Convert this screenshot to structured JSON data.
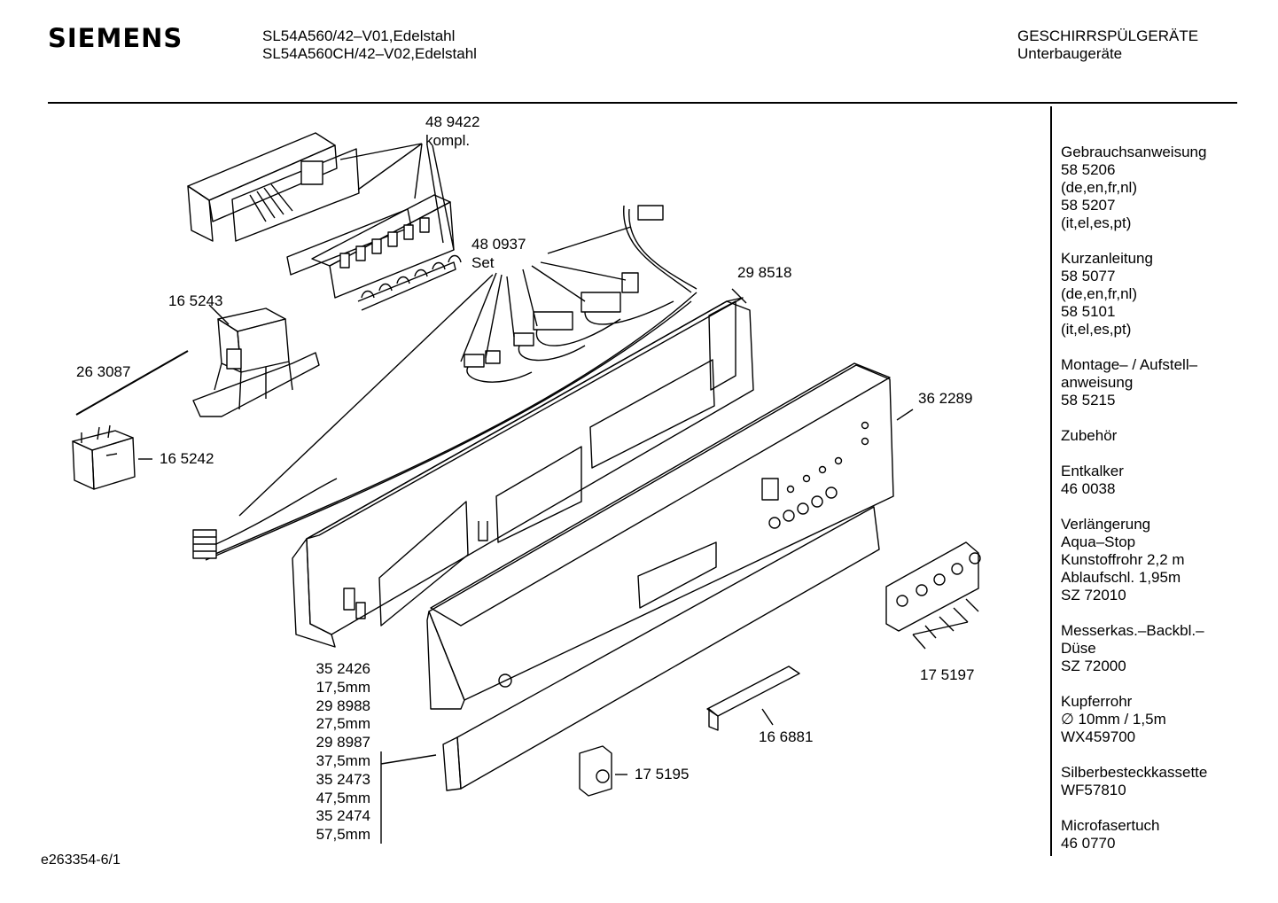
{
  "header": {
    "brand": "SIEMENS",
    "models": [
      "SL54A560/42–V01,Edelstahl",
      "SL54A560CH/42–V02,Edelstahl"
    ],
    "category": [
      "GESCHIRRSPÜLGERÄTE",
      "Unterbaugeräte"
    ]
  },
  "sidebar": {
    "groups": [
      [
        "Gebrauchsanweisung",
        "58 5206",
        "(de,en,fr,nl)",
        "58 5207",
        "(it,el,es,pt)"
      ],
      [
        "Kurzanleitung",
        "58 5077",
        "(de,en,fr,nl)",
        "58 5101",
        "(it,el,es,pt)"
      ],
      [
        "Montage– / Aufstell–",
        "anweisung",
        "58 5215"
      ],
      [
        "Zubehör"
      ],
      [
        "Entkalker",
        "46 0038"
      ],
      [
        "Verlängerung",
        "Aqua–Stop",
        "Kunstoffrohr 2,2 m",
        "Ablaufschl. 1,95m",
        "SZ 72010"
      ],
      [
        "Messerkas.–Backbl.–",
        "Düse",
        "SZ 72000"
      ],
      [
        "Kupferrohr",
        "∅ 10mm / 1,5m",
        "WX459700"
      ],
      [
        "Silberbesteckkassette",
        "WF57810"
      ],
      [
        "Microfasertuch",
        "46 0770"
      ]
    ]
  },
  "parts": {
    "p489422": [
      "48 9422",
      "kompl."
    ],
    "p480937": [
      "48 0937",
      "Set"
    ],
    "p298518": "29 8518",
    "p165243": "16 5243",
    "p263087": "26 3087",
    "p165242": "16 5242",
    "p362289": "36 2289",
    "p175197": "17 5197",
    "p166881": "16 6881",
    "p175195": "17 5195",
    "sizes": [
      "35 2426",
      "17,5mm",
      "29 8988",
      "27,5mm",
      "29 8987",
      "37,5mm",
      "35 2473",
      "47,5mm",
      "35 2474",
      "57,5mm"
    ]
  },
  "footer": {
    "code": "e263354-6/1"
  }
}
